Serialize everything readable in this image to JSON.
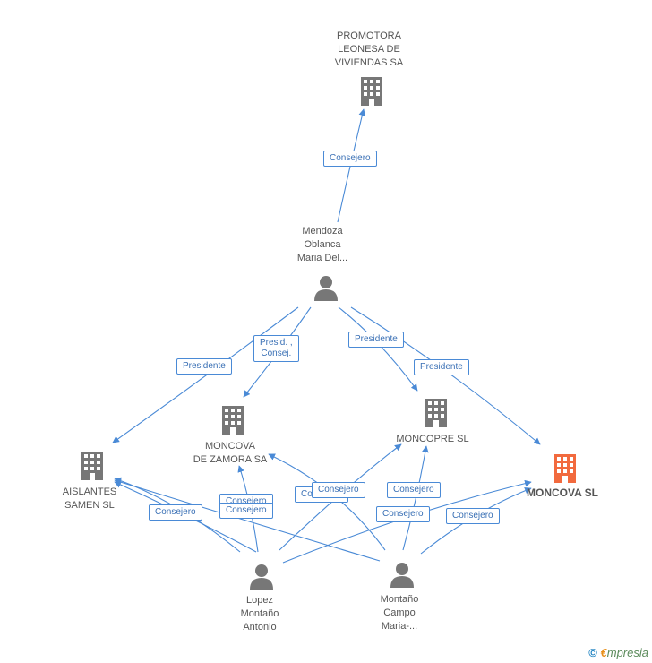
{
  "colors": {
    "edge": "#4a8ad6",
    "node_gray": "#777777",
    "node_main": "#f26a3e"
  },
  "nodes": {
    "promotora": {
      "label": "PROMOTORA\nLEONESA DE\nVIVIENDAS SA",
      "icon": "building-icon"
    },
    "mendoza": {
      "label": "Mendoza\nOblanca\nMaria Del...",
      "icon": "person-icon"
    },
    "aislantes": {
      "label": "AISLANTES\nSAMEN SL",
      "icon": "building-icon"
    },
    "moncova_zamora": {
      "label": "MONCOVA\nDE ZAMORA SA",
      "icon": "building-icon"
    },
    "moncopre": {
      "label": "MONCOPRE SL",
      "icon": "building-icon"
    },
    "moncova": {
      "label": "MONCOVA SL",
      "icon": "building-icon"
    },
    "lopez": {
      "label": "Lopez\nMontaño\nAntonio",
      "icon": "person-icon"
    },
    "montano": {
      "label": "Montaño\nCampo\nMaria-...",
      "icon": "person-icon"
    }
  },
  "edge_labels": {
    "mendoza_promotora": "Consejero",
    "mendoza_aislantes": "Presidente",
    "mendoza_zamora": "Presid. ,\nConsej.",
    "mendoza_moncopre": "Presidente",
    "mendoza_moncova": "Presidente",
    "lopez_zamora": "Consejero",
    "lopez_aislantes_a": "Consejero",
    "lopez_aislantes_b": "Consejero",
    "montano_zamora": "Consejero",
    "lopez_moncopre": "Consejero",
    "montano_moncopre": "Consejero",
    "lopez_moncova": "Consejero",
    "montano_moncova": "Consejero"
  },
  "footer": {
    "copyright": "©",
    "brand_initial": "€",
    "brand_rest": "mpresia"
  }
}
